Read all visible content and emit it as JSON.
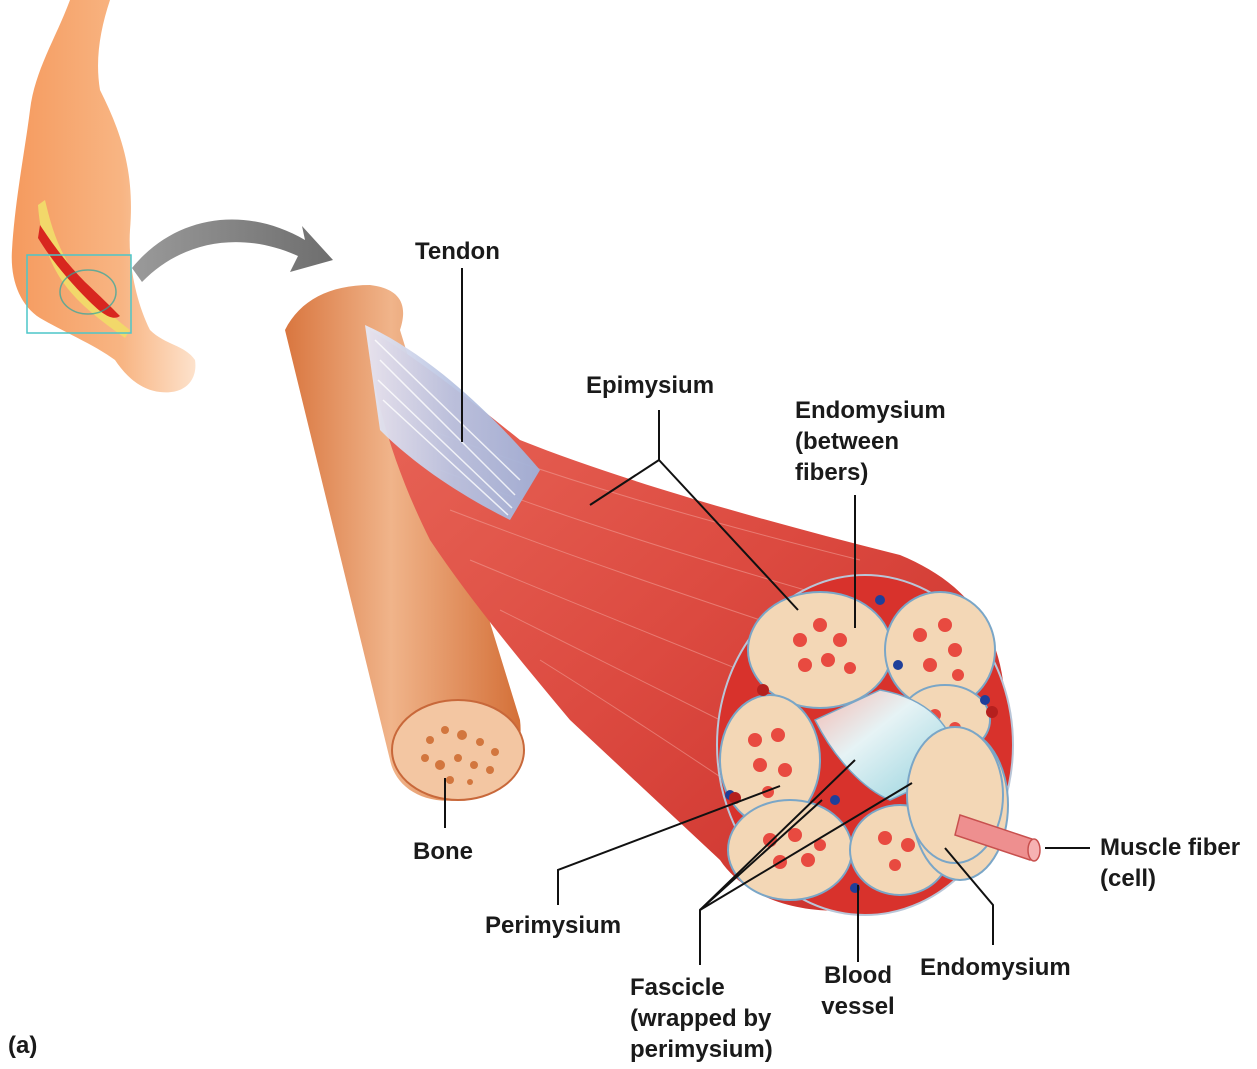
{
  "labels": {
    "tendon": "Tendon",
    "epimysium": "Epimysium",
    "endomysium_top": [
      "Endomysium",
      "(between",
      "fibers)"
    ],
    "bone": "Bone",
    "muscle_fiber": [
      "Muscle fiber",
      "(cell)"
    ],
    "perimysium": "Perimysium",
    "fascicle": [
      "Fascicle",
      "(wrapped by",
      "perimysium)"
    ],
    "blood_vessel": [
      "Blood",
      "vessel"
    ],
    "endomysium_bottom": "Endomysium",
    "panel": "(a)"
  },
  "colors": {
    "muscle": "#d9403a",
    "muscle_dark": "#c22a26",
    "bone": "#e8925a",
    "tendon": "#c9cce6",
    "perimysium": "#f3d7b6",
    "vessel": "#bfe3ea",
    "skin": "#f7a76a"
  }
}
